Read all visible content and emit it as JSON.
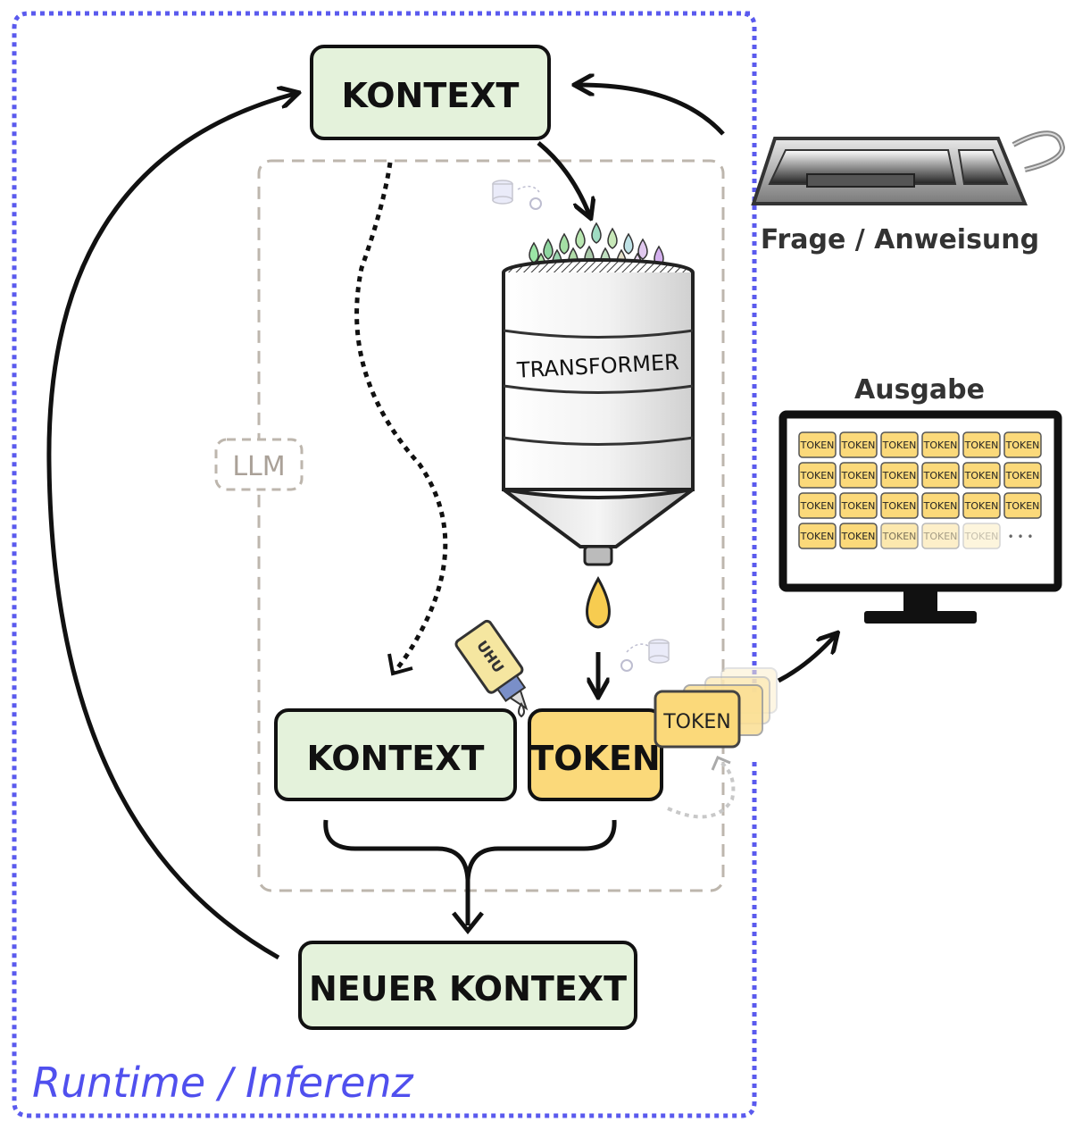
{
  "labels": {
    "kontext_top": "KONTEXT",
    "kontext_mid": "KONTEXT",
    "token_main": "TOKEN",
    "neuer_kontext": "NEUER KONTEXT",
    "transformer": "TRANSFORMER",
    "llm": "LLM",
    "frage": "Frage / Anweisung",
    "ausgabe": "Ausgabe",
    "runtime": "Runtime / Inferenz",
    "uhu": "UHU",
    "token_stack": "TOKEN",
    "ellipsis": "• • •"
  },
  "output_grid": {
    "rows": [
      [
        "TOKEN",
        "TOKEN",
        "TOKEN",
        "TOKEN",
        "TOKEN",
        "TOKEN"
      ],
      [
        "TOKEN",
        "TOKEN",
        "TOKEN",
        "TOKEN",
        "TOKEN",
        "TOKEN"
      ],
      [
        "TOKEN",
        "TOKEN",
        "TOKEN",
        "TOKEN",
        "TOKEN",
        "TOKEN"
      ],
      [
        "TOKEN",
        "TOKEN",
        "TOKEN",
        "TOKEN",
        "TOKEN"
      ]
    ]
  },
  "colors": {
    "box_green": "#e4f2db",
    "token_yellow": "#fbd97a",
    "runtime_blue": "#5555ee",
    "llm_gray": "#b5aca2"
  }
}
